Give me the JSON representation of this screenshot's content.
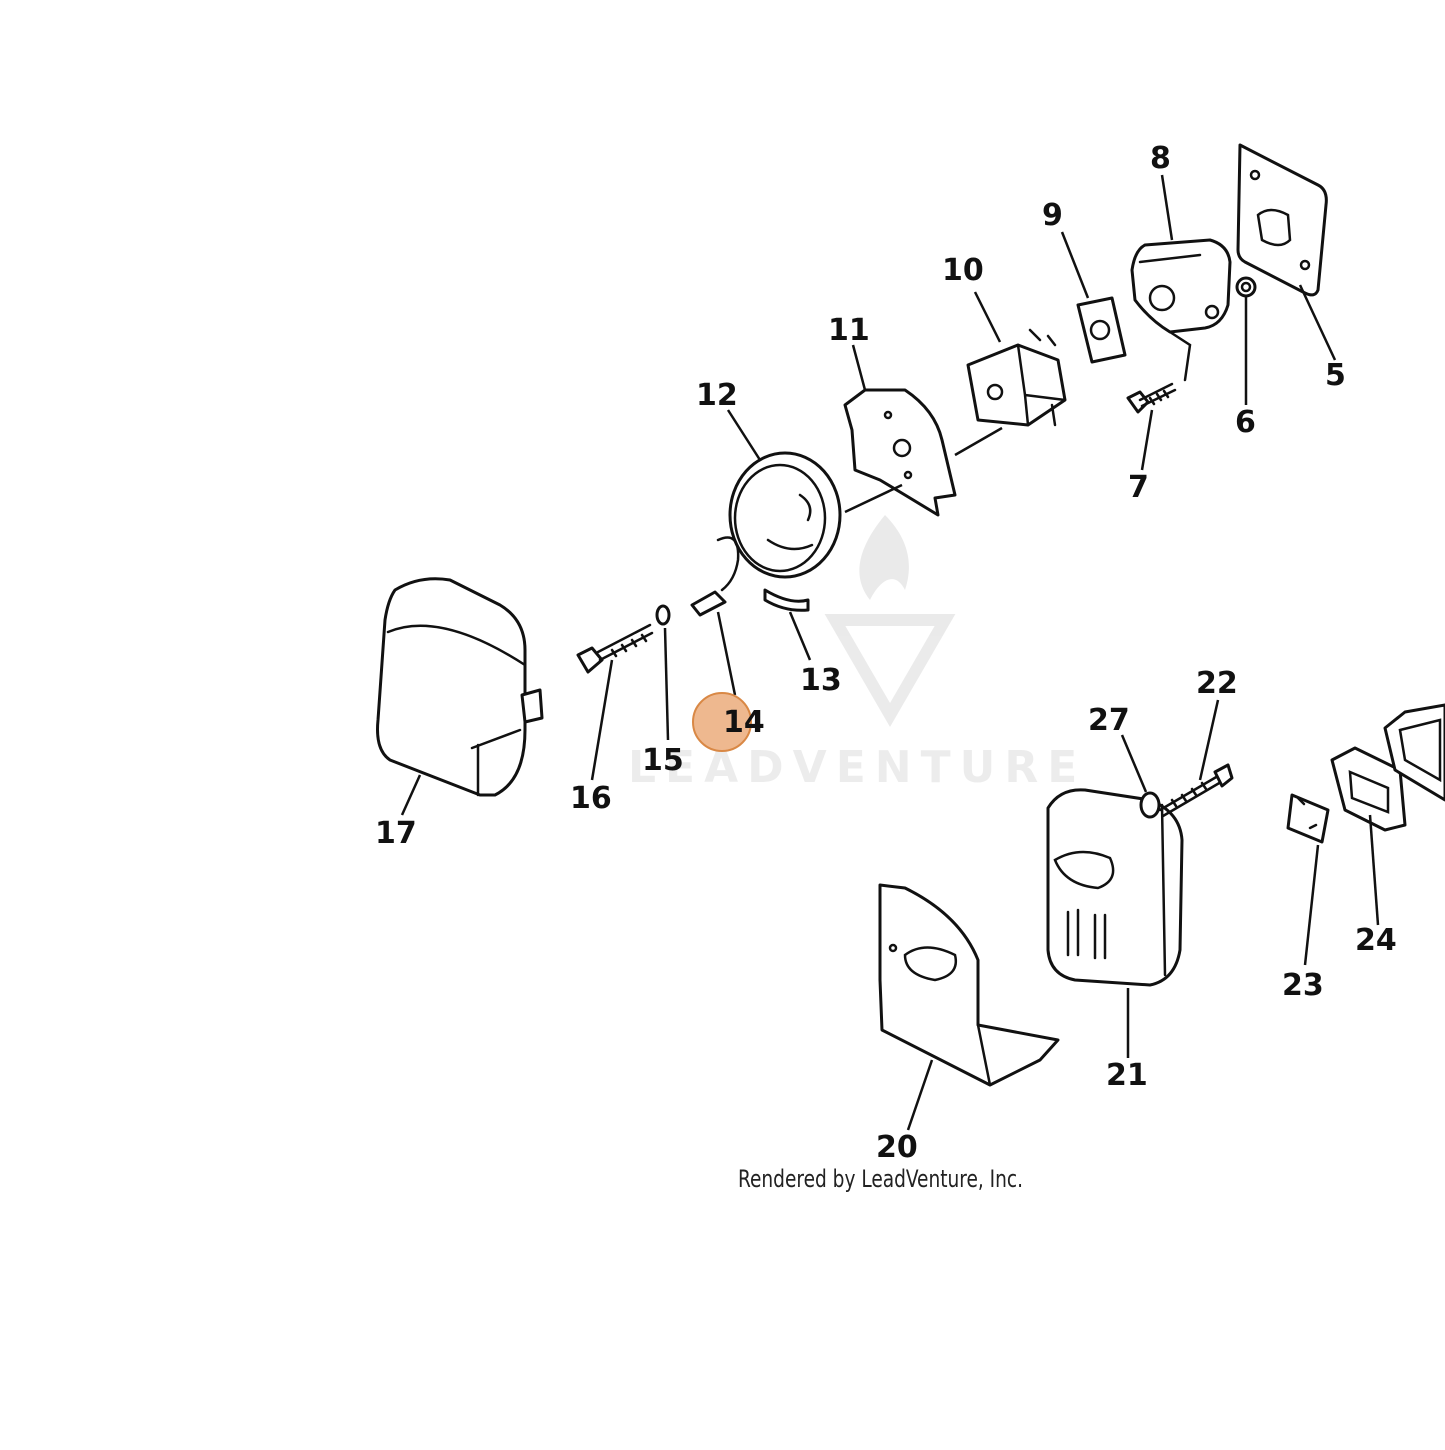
{
  "diagram": {
    "part_numbers": [
      "5",
      "6",
      "7",
      "8",
      "9",
      "10",
      "11",
      "12",
      "13",
      "14",
      "15",
      "16",
      "17",
      "20",
      "21",
      "22",
      "23",
      "24",
      "27"
    ],
    "highlighted_part": "14",
    "highlight_color": "#e8a06a",
    "watermark": "LEADVENTURE",
    "caption": "Rendered by LeadVenture, Inc."
  },
  "labels": {
    "p5": "5",
    "p6": "6",
    "p7": "7",
    "p8": "8",
    "p9": "9",
    "p10": "10",
    "p11": "11",
    "p12": "12",
    "p13": "13",
    "p14": "14",
    "p15": "15",
    "p16": "16",
    "p17": "17",
    "p20": "20",
    "p21": "21",
    "p22": "22",
    "p23": "23",
    "p24": "24",
    "p27": "27"
  }
}
